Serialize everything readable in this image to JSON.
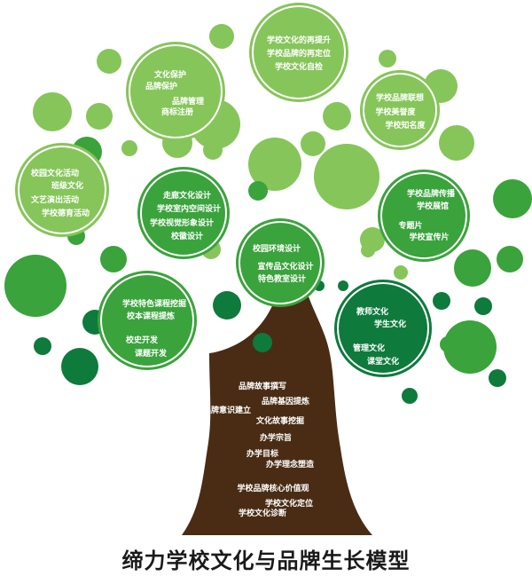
{
  "title": "缔力学校文化与品牌生长模型",
  "colors": {
    "light": "#86c55a",
    "mid": "#3aa33c",
    "dark": "#0e7a3c",
    "trunk": "#4a2c14",
    "text_on_light": "#ffffff",
    "text_on_trunk": "#ffffff"
  },
  "circles": [
    {
      "id": "c-culture-protect",
      "labels": [
        "文化保护",
        "品牌保护",
        "品牌管理",
        "商标注册"
      ]
    },
    {
      "id": "c-rethink",
      "labels": [
        "学校文化的再提升",
        "学校品牌的再定位",
        "学校文化自检"
      ]
    },
    {
      "id": "c-brand-assoc",
      "labels": [
        "学校品牌联想",
        "学校美誉度",
        "学校知名度"
      ]
    },
    {
      "id": "c-campus-activity",
      "labels": [
        "校园文化活动",
        "班级文化",
        "文艺演出活动",
        "学校德育活动"
      ]
    },
    {
      "id": "c-corridor",
      "labels": [
        "走廊文化设计",
        "学校室内空间设计",
        "学校视觉形象设计",
        "校徽设计"
      ]
    },
    {
      "id": "c-brand-spread",
      "labels": [
        "学校品牌传播",
        "学校展馆",
        "专题片",
        "学校宣传片"
      ]
    },
    {
      "id": "c-environment",
      "labels": [
        "校园环境设计",
        "宣传品文化设计",
        "特色教室设计"
      ]
    },
    {
      "id": "c-curriculum",
      "labels": [
        "学校特色课程挖掘",
        "校本课程提炼",
        "校史开发",
        "课题开发"
      ]
    },
    {
      "id": "c-teacher",
      "labels": [
        "教师文化",
        "学生文化",
        "管理文化",
        "课堂文化"
      ]
    }
  ],
  "trunk_labels": [
    "品牌故事撰写",
    "品牌基因提炼",
    "品牌意识建立",
    "文化故事挖掘",
    "办学宗旨",
    "办学目标",
    "办学理念塑造",
    "学校品牌核心价值观",
    "学校文化定位",
    "学校文化诊断"
  ]
}
